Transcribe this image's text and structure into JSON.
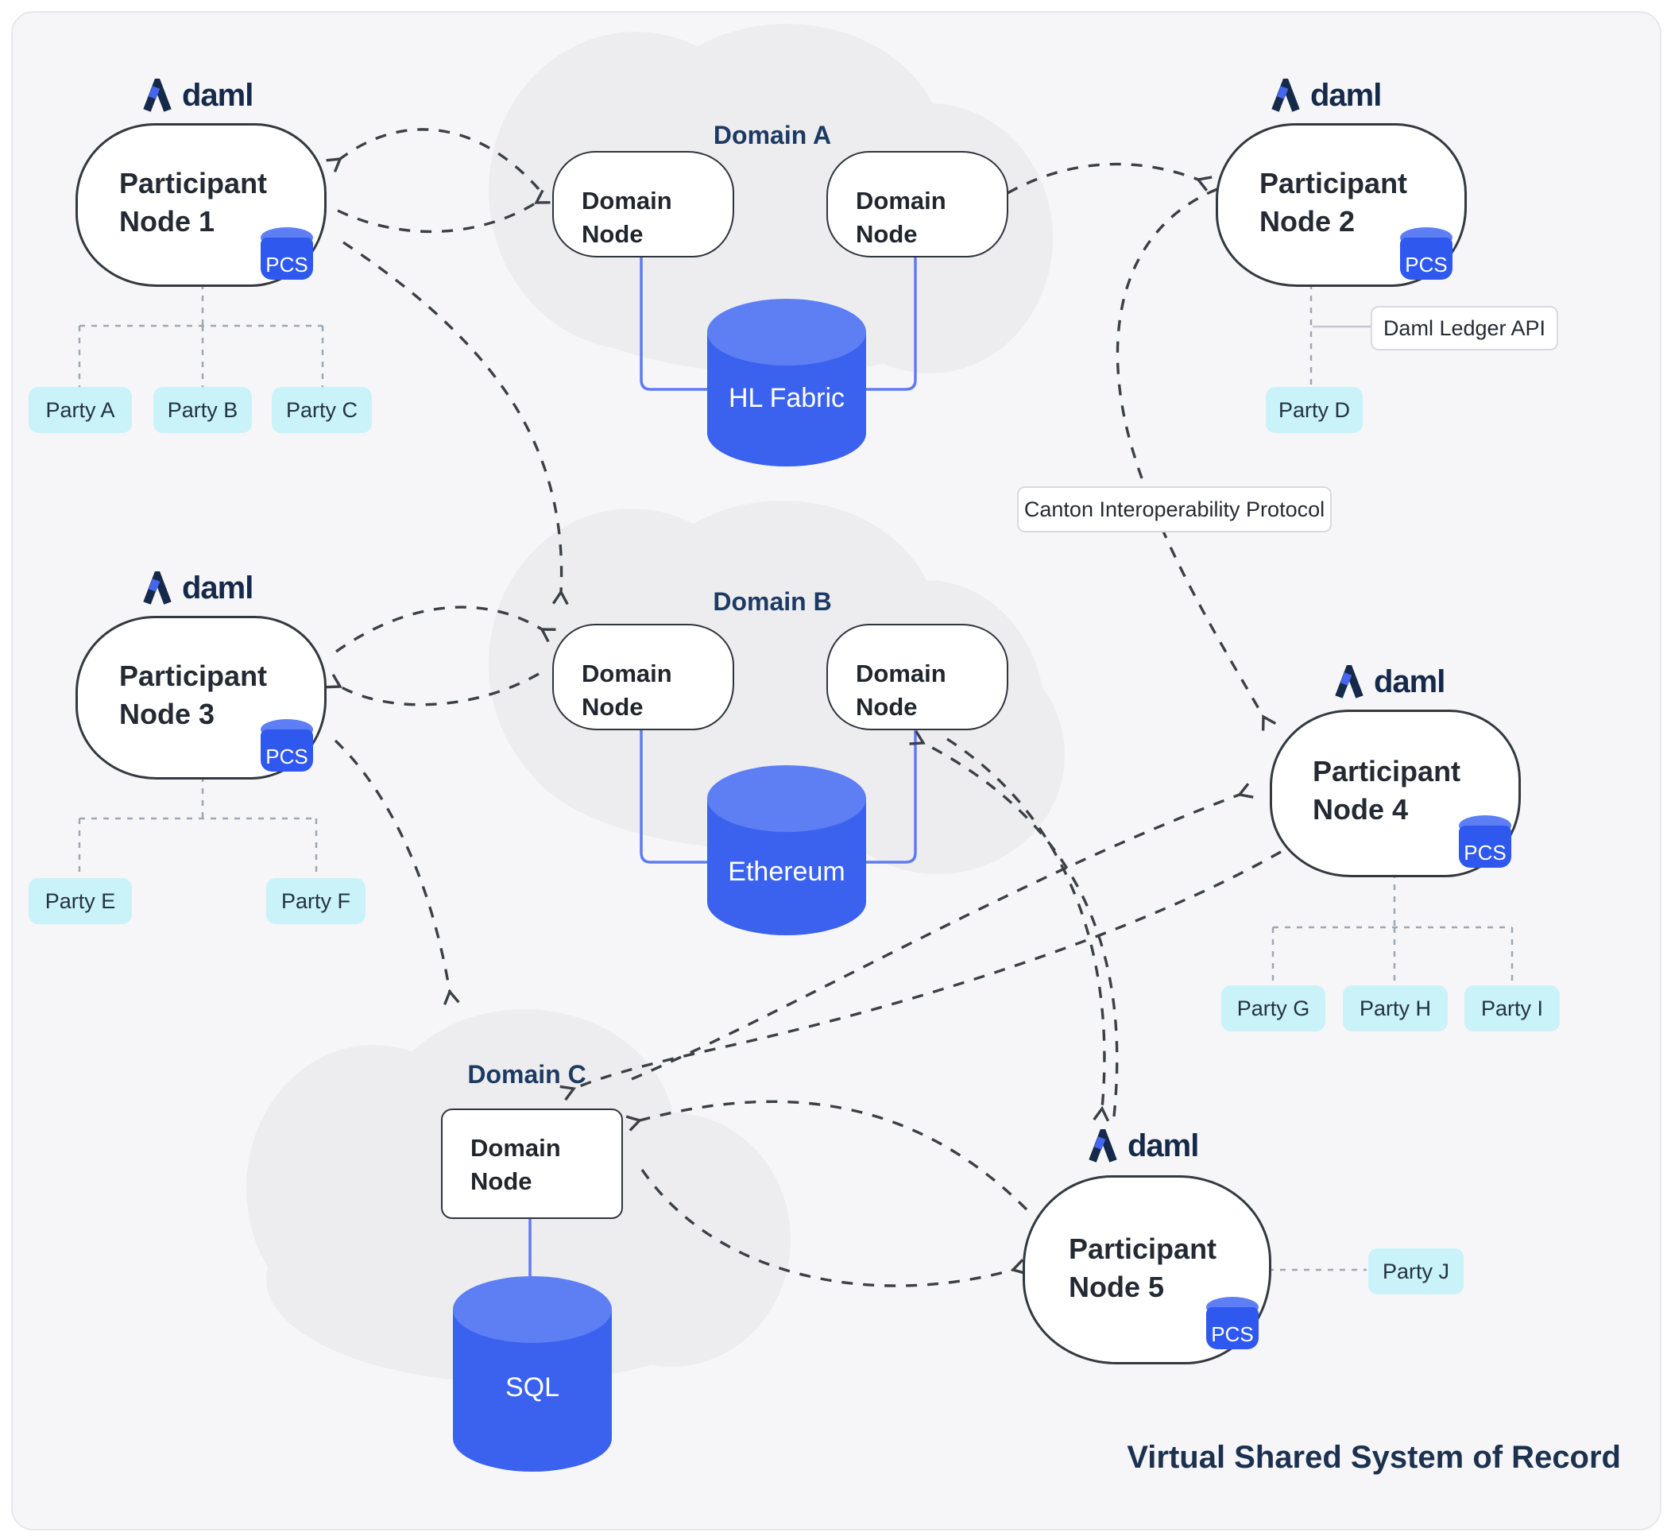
{
  "diagram": {
    "labels": {
      "daml_wordmark": "daml",
      "canton": "Canton Interoperability Protocol",
      "daml_ledger_api": "Daml Ledger API",
      "footer": "Virtual Shared System of Record"
    },
    "domains": [
      {
        "name": "Domain A",
        "nodes": [
          "Domain Node",
          "Domain Node"
        ],
        "ledger": "HL Fabric"
      },
      {
        "name": "Domain B",
        "nodes": [
          "Domain Node",
          "Domain Node"
        ],
        "ledger": "Ethereum"
      },
      {
        "name": "Domain C",
        "nodes": [
          "Domain Node"
        ],
        "ledger": "SQL"
      }
    ],
    "participants": [
      {
        "name": "Participant Node 1",
        "badge": "PCS",
        "parties": [
          "Party A",
          "Party B",
          "Party C"
        ]
      },
      {
        "name": "Participant Node 2",
        "badge": "PCS",
        "parties": [
          "Party D"
        ]
      },
      {
        "name": "Participant Node 3",
        "badge": "PCS",
        "parties": [
          "Party E",
          "Party F"
        ]
      },
      {
        "name": "Participant Node 4",
        "badge": "PCS",
        "parties": [
          "Party G",
          "Party H",
          "Party I"
        ]
      },
      {
        "name": "Participant Node 5",
        "badge": "PCS",
        "parties": [
          "Party J"
        ]
      }
    ],
    "connections": [
      {
        "from": "Participant Node 1",
        "to": "Domain A left Domain Node",
        "type": "bidirectional"
      },
      {
        "from": "Participant Node 1",
        "to": "Domain B left Domain Node",
        "type": "one-way"
      },
      {
        "from": "Domain A right Domain Node",
        "to": "Participant Node 2",
        "type": "one-way"
      },
      {
        "from": "Participant Node 2",
        "to": "Participant Node 4",
        "type": "one-way",
        "label": "Canton Interoperability Protocol"
      },
      {
        "from": "Participant Node 3",
        "to": "Domain B left Domain Node",
        "type": "bidirectional"
      },
      {
        "from": "Participant Node 3",
        "to": "Domain C",
        "type": "one-way"
      },
      {
        "from": "Domain C Domain Node",
        "to": "Participant Node 4",
        "type": "bidirectional"
      },
      {
        "from": "Domain B right Domain Node",
        "to": "Participant Node 5",
        "type": "bidirectional"
      },
      {
        "from": "Domain C Domain Node",
        "to": "Participant Node 5",
        "type": "bidirectional"
      }
    ],
    "colors": {
      "accent_blue": "#3a62ef",
      "accent_blue_light": "#5e7ef4",
      "pcs_blue": "#2f58ee",
      "chip_bg": "#c9f2f9",
      "navy": "#1c3150",
      "node_outline": "#33393f",
      "arrow": "#3b4046",
      "cloud": "#ededf0",
      "card_bg": "#f6f6f8"
    }
  }
}
